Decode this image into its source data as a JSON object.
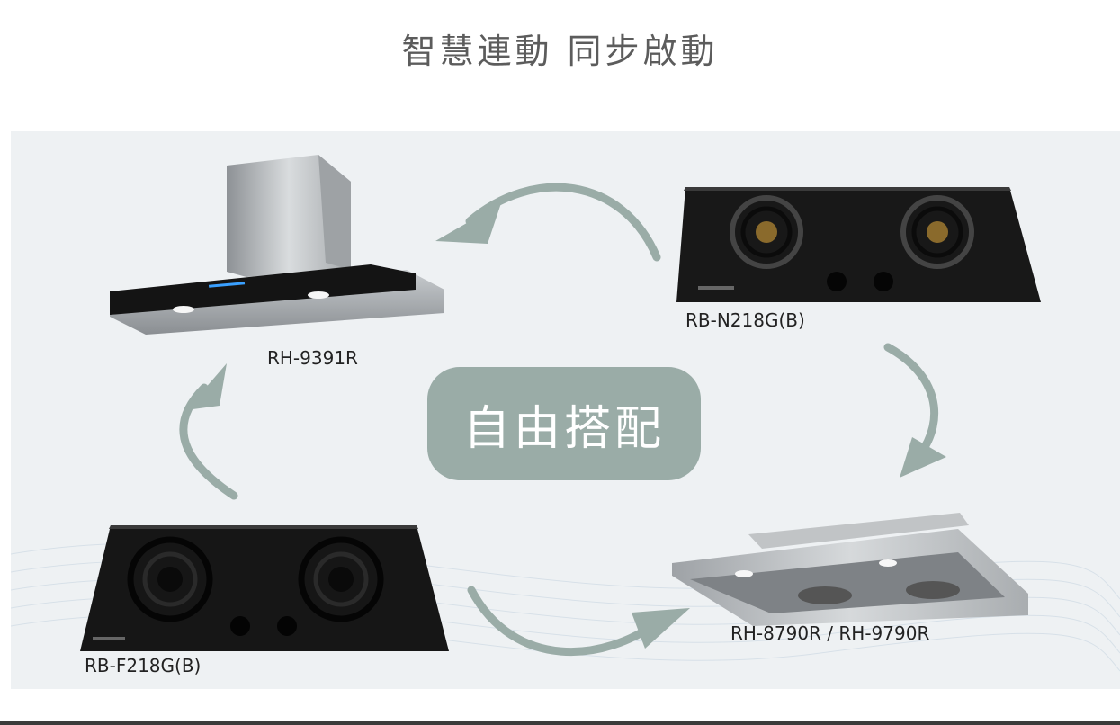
{
  "page": {
    "title": "智慧連動 同步啟動",
    "center_label": "自由搭配"
  },
  "products": [
    {
      "id": "hood-top-left",
      "model": "RH-9391R",
      "icon": "range-hood-chimney-icon"
    },
    {
      "id": "hob-top-right",
      "model": "RB-N218G(B)",
      "icon": "gas-hob-icon"
    },
    {
      "id": "hood-bottom-right",
      "model": "RH-8790R / RH-9790R",
      "icon": "range-hood-slim-icon"
    },
    {
      "id": "hob-bottom-left",
      "model": "RB-F218G(B)",
      "icon": "gas-hob-icon"
    }
  ],
  "colors": {
    "arrow": "#9aaca7",
    "pill": "#9aaca7",
    "panel": "#eef1f3"
  }
}
